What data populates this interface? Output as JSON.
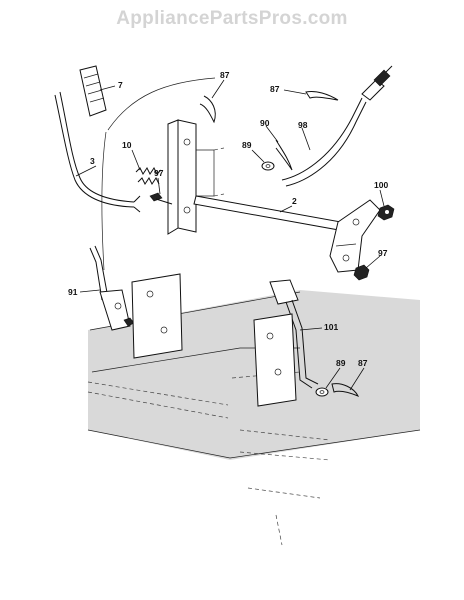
{
  "watermark": "AppliancePartsPros.com",
  "callouts": [
    {
      "id": "c7",
      "text": "7"
    },
    {
      "id": "c87a",
      "text": "87"
    },
    {
      "id": "c87b",
      "text": "87"
    },
    {
      "id": "c3",
      "text": "3"
    },
    {
      "id": "c10",
      "text": "10"
    },
    {
      "id": "c90",
      "text": "90"
    },
    {
      "id": "c98",
      "text": "98"
    },
    {
      "id": "c89a",
      "text": "89"
    },
    {
      "id": "c97a",
      "text": "97"
    },
    {
      "id": "c2",
      "text": "2"
    },
    {
      "id": "c100",
      "text": "100"
    },
    {
      "id": "c97b",
      "text": "97"
    },
    {
      "id": "c91",
      "text": "91"
    },
    {
      "id": "c101",
      "text": "101"
    },
    {
      "id": "c89b",
      "text": "89"
    },
    {
      "id": "c87c",
      "text": "87"
    }
  ]
}
